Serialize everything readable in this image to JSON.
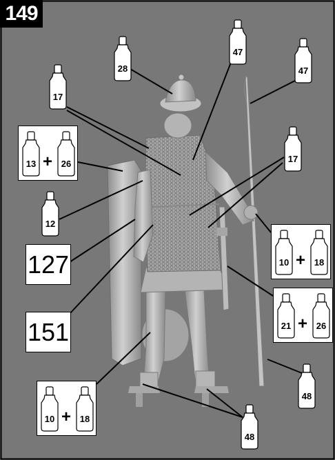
{
  "step_number": "149",
  "colors": {
    "background": "#787878",
    "frame": "#000000",
    "bottle_fill": "#ffffff",
    "figure_metal": "#b9b9b9",
    "text": "#000000"
  },
  "callouts": {
    "helmet": "28",
    "spear_top": "47",
    "body_top": "47",
    "shoulder": "17",
    "mail": "17",
    "arm": "12",
    "foot": "48",
    "spear_bottom": "48"
  },
  "mixes": {
    "shield_edge": {
      "a": "13",
      "op": "+",
      "b": "26"
    },
    "hand": {
      "a": "10",
      "op": "+",
      "b": "18"
    },
    "sword": {
      "a": "21",
      "op": "+",
      "b": "26"
    },
    "leg": {
      "a": "10",
      "op": "+",
      "b": "18"
    }
  },
  "refs": {
    "r1": "127",
    "r2": "151"
  }
}
